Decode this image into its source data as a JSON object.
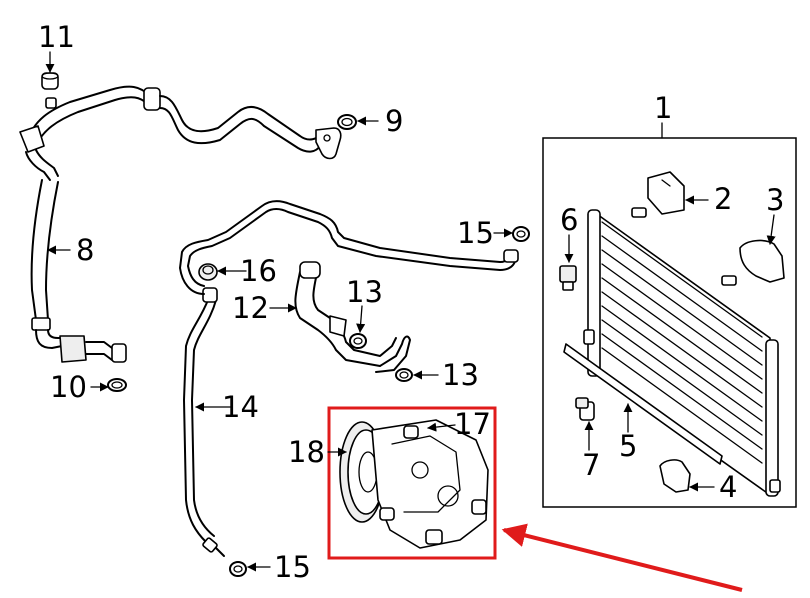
{
  "labels": {
    "p1": "1",
    "p2": "2",
    "p3": "3",
    "p4": "4",
    "p5": "5",
    "p6": "6",
    "p7": "7",
    "p8": "8",
    "p9": "9",
    "p10": "10",
    "p11": "11",
    "p12": "12",
    "p13a": "13",
    "p13b": "13",
    "p14": "14",
    "p15a": "15",
    "p15b": "15",
    "p16": "16",
    "p17": "17",
    "p18": "18"
  },
  "colors": {
    "highlight": "#e01b1b",
    "ink": "#000000",
    "background": "#ffffff"
  }
}
